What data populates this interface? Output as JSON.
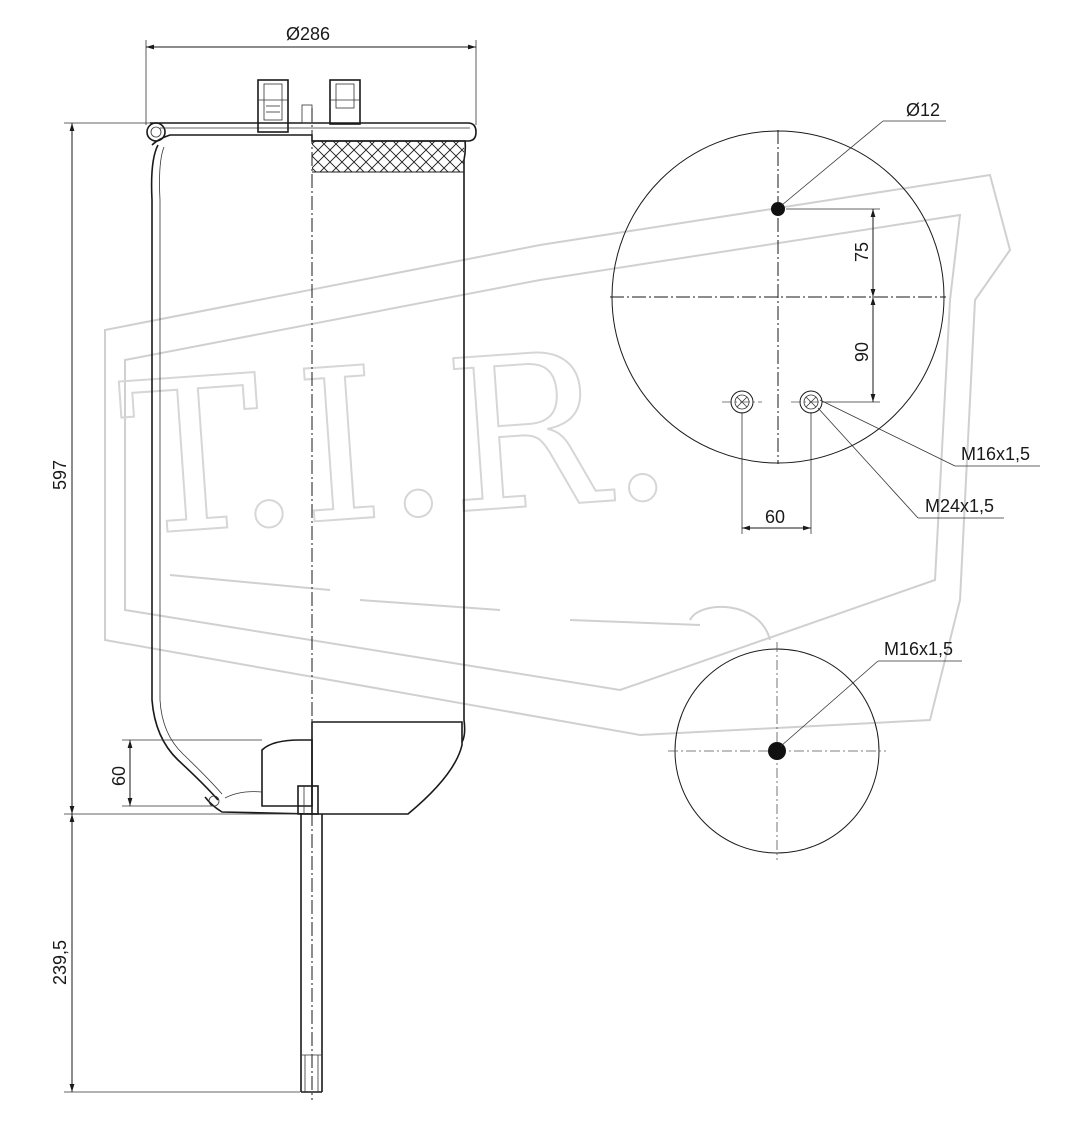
{
  "dimensions": {
    "top_diameter": "Ø286",
    "total_height": "597",
    "rod_length": "239,5",
    "piston_height": "60",
    "hole_diameter": "Ø12",
    "offset_top": "75",
    "offset_bottom": "90",
    "port_spacing": "60",
    "thread_small": "M16x1,5",
    "thread_large": "M24x1,5",
    "bottom_thread": "M16x1,5"
  },
  "watermark": {
    "text": "T.I.R."
  }
}
